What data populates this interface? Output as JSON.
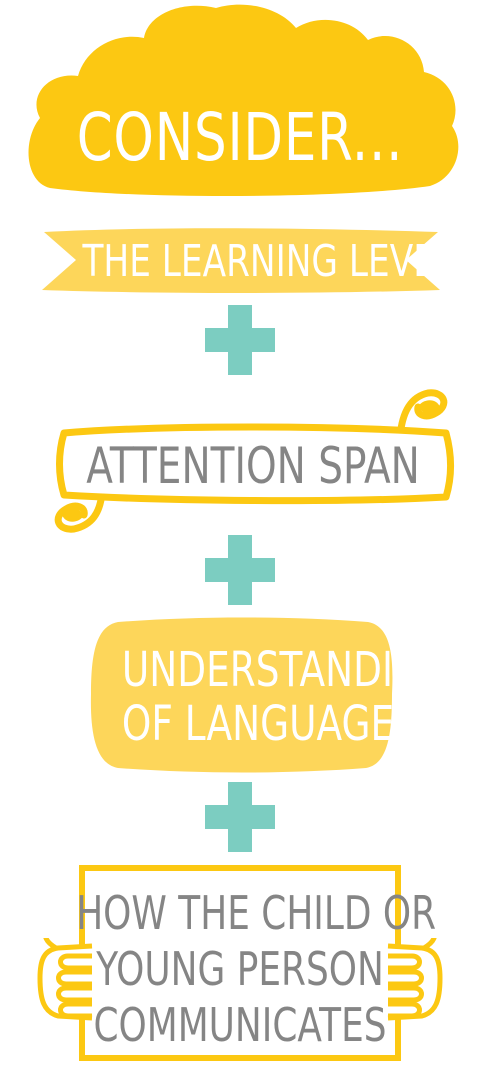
{
  "heading": "CONSIDER...",
  "banner": "THE LEARNING LEVEL",
  "scroll": "ATTENTION SPAN",
  "bubble": {
    "line1": "UNDERSTANDING",
    "line2": "OF LANGUAGE"
  },
  "sign": {
    "line1": "HOW THE CHILD OR",
    "line2": "YOUNG PERSON",
    "line3": "COMMUNICATES"
  },
  "colors": {
    "yellow": "#fcc812",
    "light_yellow": "#fdd65a",
    "teal": "#7ccdc1",
    "text_white": "#ffffff",
    "text_grey": "#858585"
  },
  "icons": [
    "cloud-shape",
    "ribbon-banner",
    "scroll-banner",
    "rounded-bubble",
    "plus-icon",
    "hand-icon"
  ]
}
